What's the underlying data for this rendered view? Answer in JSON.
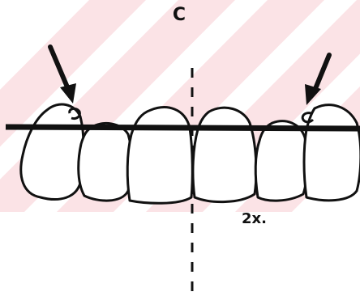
{
  "figure": {
    "panel_label": "C",
    "note": "2x."
  },
  "colors": {
    "background": "#ffffff",
    "stripe": "#fbe3e6",
    "ink": "#111111"
  },
  "elements": {
    "teeth_count": 6,
    "arrows": [
      "left-arrow",
      "right-arrow"
    ],
    "reference_line": "occlusal-plane-line",
    "midline": "dashed-vertical"
  }
}
